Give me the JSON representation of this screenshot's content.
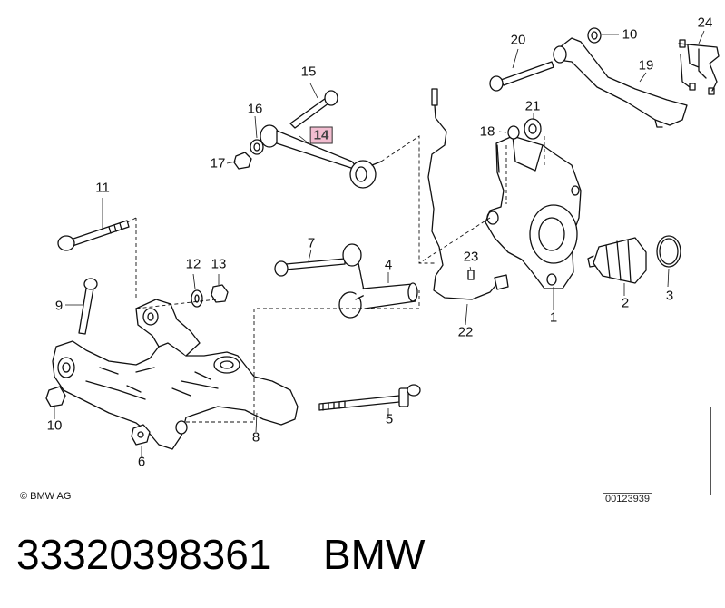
{
  "diagram": {
    "callouts": [
      {
        "id": "c1",
        "label": "1"
      },
      {
        "id": "c2",
        "label": "2"
      },
      {
        "id": "c3",
        "label": "3"
      },
      {
        "id": "c4",
        "label": "4"
      },
      {
        "id": "c5",
        "label": "5"
      },
      {
        "id": "c6",
        "label": "6"
      },
      {
        "id": "c7",
        "label": "7"
      },
      {
        "id": "c8",
        "label": "8"
      },
      {
        "id": "c9",
        "label": "9"
      },
      {
        "id": "c10a",
        "label": "10"
      },
      {
        "id": "c10b",
        "label": "10"
      },
      {
        "id": "c11",
        "label": "11"
      },
      {
        "id": "c12",
        "label": "12"
      },
      {
        "id": "c13",
        "label": "13"
      },
      {
        "id": "c14",
        "label": "14",
        "highlighted": true
      },
      {
        "id": "c15",
        "label": "15"
      },
      {
        "id": "c16",
        "label": "16"
      },
      {
        "id": "c17",
        "label": "17"
      },
      {
        "id": "c18",
        "label": "18"
      },
      {
        "id": "c19",
        "label": "19"
      },
      {
        "id": "c20",
        "label": "20"
      },
      {
        "id": "c21",
        "label": "21"
      },
      {
        "id": "c22",
        "label": "22"
      },
      {
        "id": "c23",
        "label": "23"
      },
      {
        "id": "c24",
        "label": "24"
      }
    ],
    "highlight_color": "#f2bdd0",
    "copyright": "© BMW AG",
    "reference_number": "00123939"
  },
  "footer": {
    "part_number": "33320398361",
    "brand": "BMW"
  }
}
